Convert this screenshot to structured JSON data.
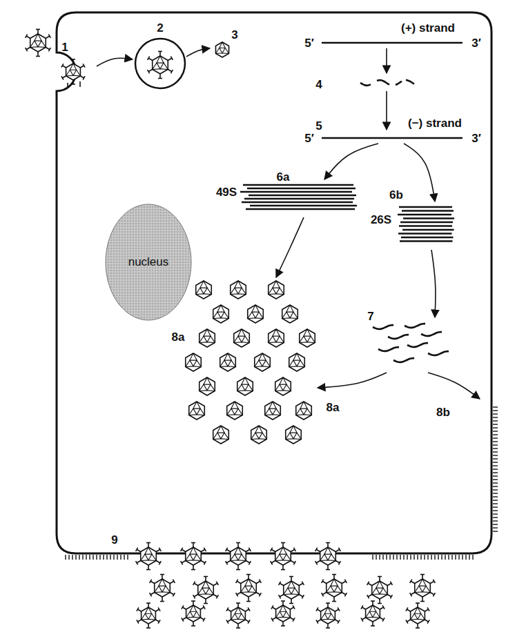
{
  "diagram": {
    "nodes": [
      {
        "text": [
          "nucleus"
        ]
      }
    ],
    "labels": [
      "1",
      "2",
      "3",
      "(+) strand",
      "5′",
      "3′",
      "4",
      "5",
      "(−) strand",
      "5′",
      "3′",
      "6a",
      "49S",
      "6b",
      "26S",
      "8a",
      "7",
      "8a",
      "8b",
      "9"
    ]
  }
}
